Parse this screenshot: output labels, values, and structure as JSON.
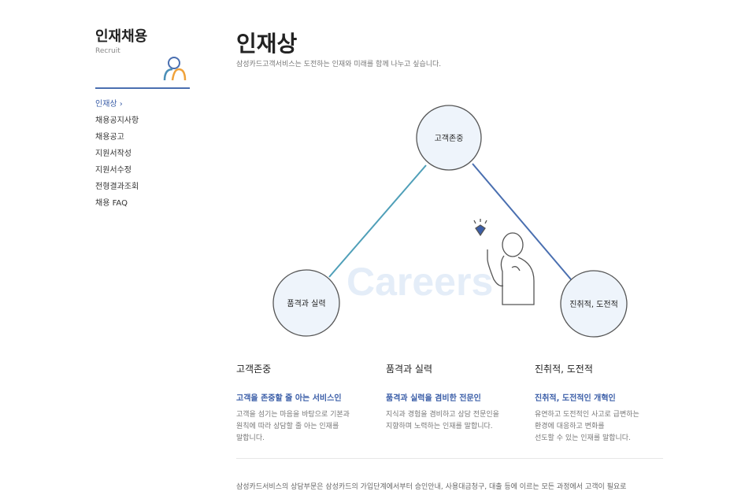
{
  "sidebar": {
    "title": "인재채용",
    "subtitle": "Recruit",
    "items": [
      {
        "label": "인재상 ›"
      },
      {
        "label": "채용공지사항"
      },
      {
        "label": "채용공고"
      },
      {
        "label": "지원서작성"
      },
      {
        "label": "지원서수정"
      },
      {
        "label": "전형결과조회"
      },
      {
        "label": "채용 FAQ"
      }
    ]
  },
  "main": {
    "title": "인재상",
    "lead": "삼성카드고객서비스는 도전하는 인재와 미래를 함께 나누고 싶습니다.",
    "diagram": {
      "top": "고객존중",
      "left": "품격과 실력",
      "right": "진취적, 도전적",
      "watermark": "Careers"
    },
    "columns": [
      {
        "heading": "고객존중",
        "subheading": "고객을 존중할 줄 아는 서비스인",
        "text": "고객을 섬기는 마음을 바탕으로 기본과\n원칙에 따라 상담할 줄 아는 인재를\n말합니다."
      },
      {
        "heading": "품격과 실력",
        "subheading": "품격과 실력을 겸비한 전문인",
        "text": "지식과 경험을 겸비하고 상담 전문인을\n지향하며 노력하는 인재를 말합니다."
      },
      {
        "heading": "진취적, 도전적",
        "subheading": "진취적, 도전적인 개혁인",
        "text": "유연하고 도전적인 사고로 급변하는\n환경에 대응하고 변화를\n선도할 수 있는 인재를 말합니다."
      }
    ],
    "footer": "삼성카드서비스의 상담부문은 삼성카드의 가입단계에서부터 승인안내, 사용대금청구, 대출 등에 이르는 모든 과정에서 고객이 필요로"
  },
  "colors": {
    "accent": "#3b5ea8",
    "line_start": "#4a6fb0",
    "line_end": "#4fb0b8",
    "circle_fill": "#eef4fb"
  }
}
